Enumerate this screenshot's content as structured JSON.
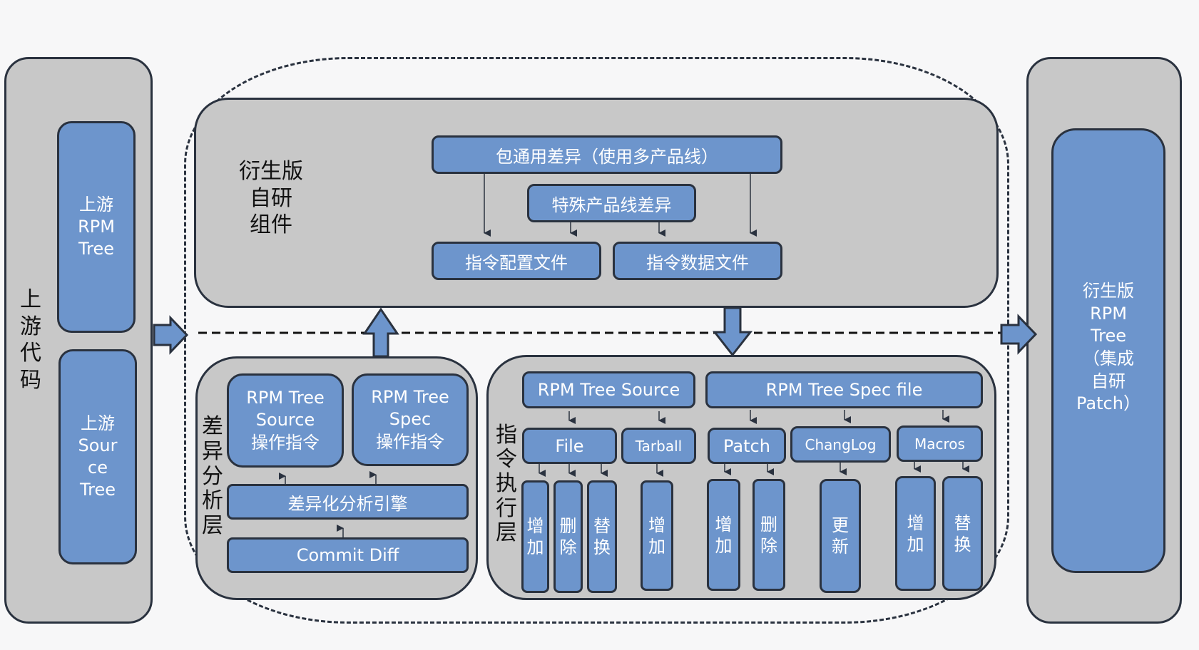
{
  "upstream": {
    "label": "上\n游\n代\n码",
    "rpm_tree": "上游\nRPM\nTree",
    "source_tree": "上游\nSour\nce\nTree"
  },
  "self_dev": {
    "label": "衍生版\n自研\n组件",
    "common_diff": "包通用差异（使用多产品线）",
    "special_diff": "特殊产品线差异",
    "config_file": "指令配置文件",
    "data_file": "指令数据文件"
  },
  "analysis": {
    "label": "差\n异\n分\n析\n层",
    "source_ops": "RPM Tree\nSource\n操作指令",
    "spec_ops": "RPM Tree\nSpec\n操作指令",
    "engine": "差异化分析引擎",
    "commit_diff": "Commit Diff"
  },
  "execution": {
    "label": "指\n令\n执\n行\n层",
    "source": "RPM Tree Source",
    "spec": "RPM Tree Spec file",
    "file": "File",
    "tarball": "Tarball",
    "patch": "Patch",
    "changelog": "ChangLog",
    "macros": "Macros",
    "ops": {
      "add": "增\n加",
      "delete": "删\n除",
      "replace": "替\n换",
      "update": "更\n新"
    }
  },
  "output": {
    "rpm_tree": "衍生版\nRPM\nTree\n（集成\n自研\nPatch）"
  },
  "colors": {
    "box_blue": "#6d95cc",
    "panel_gray": "#c8c8c8",
    "stroke": "#2a323f"
  }
}
